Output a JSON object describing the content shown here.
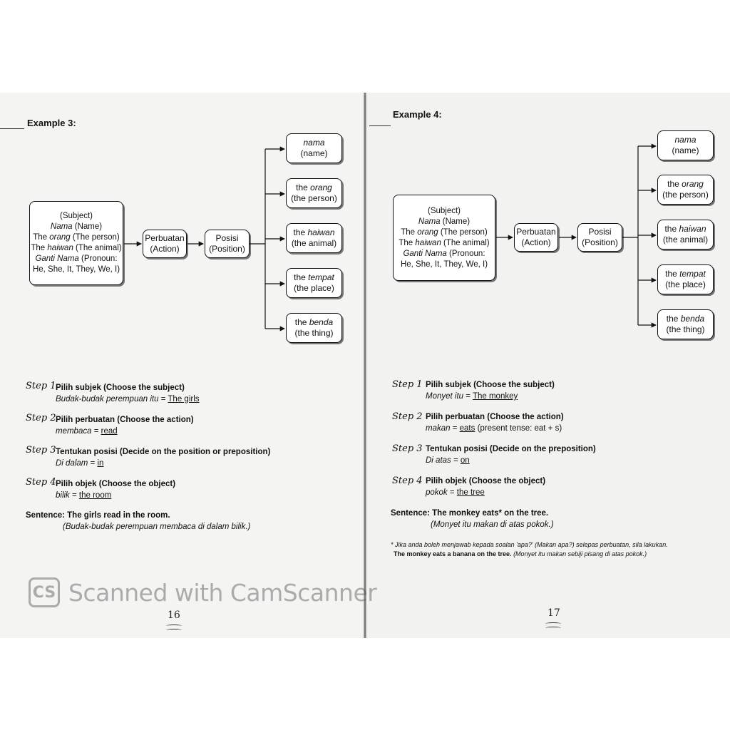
{
  "left": {
    "title": "Example 3:",
    "subject_box": {
      "line1": "(Subject)",
      "line2_a": "Nama",
      "line2_b": " (Name)",
      "line3_a": "The ",
      "line3_b": "orang",
      "line3_c": " (The person)",
      "line4_a": "The ",
      "line4_b": "haiwan",
      "line4_c": " (The animal)",
      "line5_a": "Ganti Nama",
      "line5_b": " (Pronoun:",
      "line6": "He, She, It, They, We, I)"
    },
    "action_box": {
      "line1": "Perbuatan",
      "line2": "(Action)"
    },
    "position_box": {
      "line1": "Posisi",
      "line2": "(Position)"
    },
    "objects": [
      {
        "pre": "",
        "italic": "nama",
        "sub": "(name)"
      },
      {
        "pre": "the ",
        "italic": "orang",
        "sub": "(the person)"
      },
      {
        "pre": "the ",
        "italic": "haiwan",
        "sub": "(the animal)"
      },
      {
        "pre": "the ",
        "italic": "tempat",
        "sub": "(the place)"
      },
      {
        "pre": "the ",
        "italic": "benda",
        "sub": "(the thing)"
      }
    ],
    "steps": [
      {
        "num": "Step 1",
        "head": "Pilih subjek (Choose the subject)",
        "ital": "Budak-budak perempuan itu",
        "eq": " = ",
        "ans": "The girls",
        "extra": ""
      },
      {
        "num": "Step 2",
        "head": "Pilih perbuatan (Choose the action)",
        "ital": "membaca",
        "eq": " = ",
        "ans": "read",
        "extra": ""
      },
      {
        "num": "Step 3",
        "head": "Tentukan posisi (Decide on the position or preposition)",
        "ital": "Di dalam",
        "eq": " = ",
        "ans": "in",
        "extra": ""
      },
      {
        "num": "Step 4",
        "head": "Pilih objek (Choose the object)",
        "ital": "bilik",
        "eq": " = ",
        "ans": "the room",
        "extra": ""
      }
    ],
    "sentence": "Sentence: The girls read in the room.",
    "sentence_translation": "(Budak-budak perempuan membaca di dalam bilik.)",
    "page_number": "16"
  },
  "right": {
    "title": "Example 4:",
    "subject_box": {
      "line1": "(Subject)",
      "line2_a": "Nama",
      "line2_b": " (Name)",
      "line3_a": "The ",
      "line3_b": "orang",
      "line3_c": " (The person)",
      "line4_a": "The ",
      "line4_b": "haiwan",
      "line4_c": " (The animal)",
      "line5_a": "Ganti Nama",
      "line5_b": " (Pronoun:",
      "line6": "He, She, It, They, We, I)"
    },
    "action_box": {
      "line1": "Perbuatan",
      "line2": "(Action)"
    },
    "position_box": {
      "line1": "Posisi",
      "line2": "(Position)"
    },
    "objects": [
      {
        "pre": "",
        "italic": "nama",
        "sub": "(name)"
      },
      {
        "pre": "the ",
        "italic": "orang",
        "sub": "(the person)"
      },
      {
        "pre": "the ",
        "italic": "haiwan",
        "sub": "(the animal)"
      },
      {
        "pre": "the ",
        "italic": "tempat",
        "sub": "(the place)"
      },
      {
        "pre": "the ",
        "italic": "benda",
        "sub": "(the thing)"
      }
    ],
    "steps": [
      {
        "num": "Step 1",
        "head": "Pilih subjek (Choose the subject)",
        "ital": "Monyet itu",
        "eq": " = ",
        "ans": "The monkey",
        "extra": ""
      },
      {
        "num": "Step 2",
        "head": "Pilih perbuatan (Choose the action)",
        "ital": "makan",
        "eq": " = ",
        "ans": "eats",
        "extra": " (present tense: eat + s)"
      },
      {
        "num": "Step 3",
        "head": "Tentukan posisi (Decide on the preposition)",
        "ital": "Di atas",
        "eq": " = ",
        "ans": "on",
        "extra": ""
      },
      {
        "num": "Step 4",
        "head": "Pilih objek (Choose the object)",
        "ital": "pokok",
        "eq": " = ",
        "ans": "the tree",
        "extra": ""
      }
    ],
    "sentence": "Sentence: The monkey eats* on the tree.",
    "sentence_translation": "(Monyet itu makan di atas pokok.)",
    "note_line1": "* Jika anda boleh menjawab kepada soalan 'apa?' (Makan apa?) selepas perbuatan, sila lakukan.",
    "note_line2_a": "The monkey eats a banana on the tree.",
    "note_line2_b": " (Monyet itu makan sebiji pisang di atas pokok.)",
    "page_number": "17"
  },
  "watermark": {
    "logo": "CS",
    "text": "Scanned with CamScanner"
  }
}
